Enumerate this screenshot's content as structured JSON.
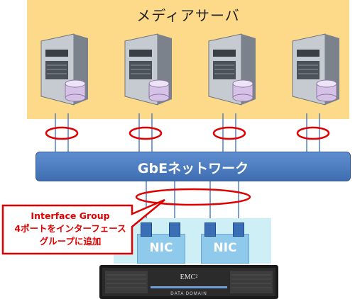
{
  "media_servers": {
    "title": "メディアサーバ",
    "count": 4
  },
  "network": {
    "label": "GbEネットワーク"
  },
  "interface_group": {
    "lines": [
      "Interface Group",
      "4ポートをインターフェース",
      "グループに追加"
    ]
  },
  "nics": [
    {
      "label": "NIC"
    },
    {
      "label": "NIC"
    }
  ],
  "appliance": {
    "brand": "EMC²",
    "product": "DATA DOMAIN"
  },
  "colors": {
    "media_zone": "#fdd98a",
    "network": "#4f7fc2",
    "nic_zone": "#cfeff7",
    "nic": "#8fc9ec",
    "highlight": "#e00000"
  }
}
